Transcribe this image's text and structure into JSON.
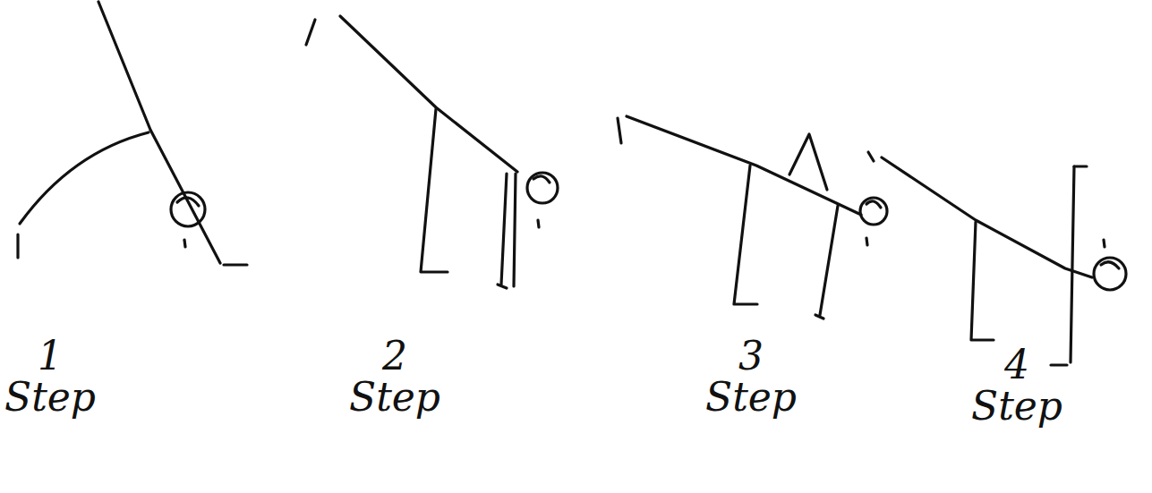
{
  "diagram": {
    "labels": [
      "1 Step",
      "2 Step",
      "3 Step",
      "4 Step"
    ]
  }
}
